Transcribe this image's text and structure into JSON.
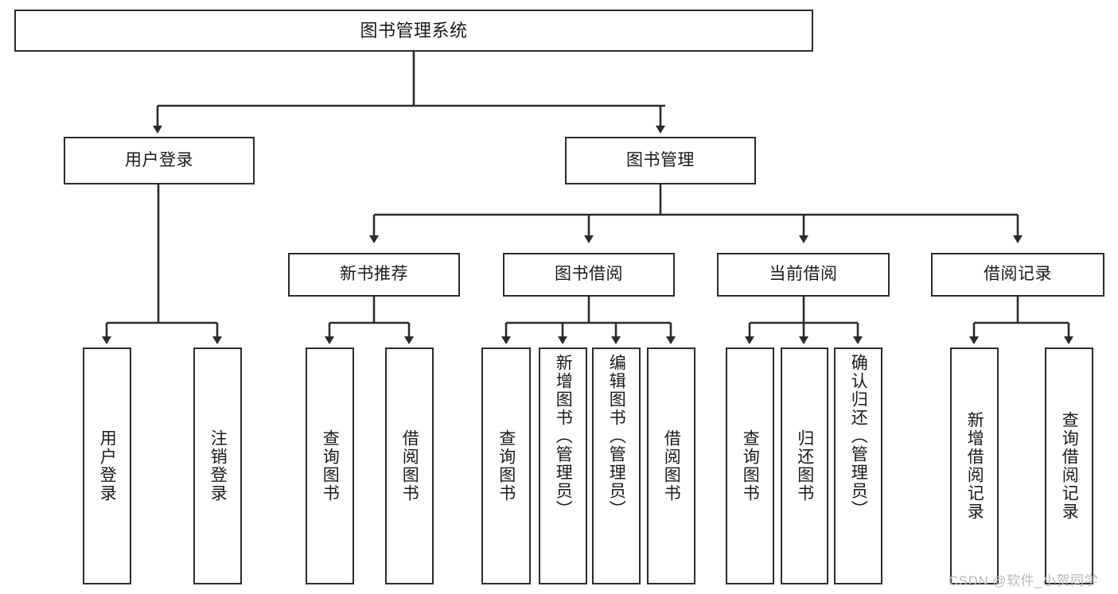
{
  "diagram": {
    "type": "tree",
    "title": "图书管理系统",
    "root": {
      "id": "root",
      "label": "图书管理系统"
    },
    "level2": [
      {
        "id": "user-login",
        "label": "用户登录"
      },
      {
        "id": "book-manage",
        "label": "图书管理"
      }
    ],
    "level3": [
      {
        "id": "new-book-recommend",
        "label": "新书推荐",
        "parent": "book-manage"
      },
      {
        "id": "book-borrow",
        "label": "图书借阅",
        "parent": "book-manage"
      },
      {
        "id": "current-borrow",
        "label": "当前借阅",
        "parent": "book-manage"
      },
      {
        "id": "borrow-record",
        "label": "借阅记录",
        "parent": "book-manage"
      }
    ],
    "leaves": [
      {
        "id": "leaf-user-login",
        "label": "用户登录",
        "parent": "user-login"
      },
      {
        "id": "leaf-user-logout",
        "label": "注销登录",
        "parent": "user-login"
      },
      {
        "id": "leaf-query-book-1",
        "label": "查询图书",
        "parent": "new-book-recommend"
      },
      {
        "id": "leaf-borrow-book-1",
        "label": "借阅图书",
        "parent": "new-book-recommend"
      },
      {
        "id": "leaf-query-book-2",
        "label": "查询图书",
        "parent": "book-borrow"
      },
      {
        "id": "leaf-add-book",
        "label": "新增图书（管理员）",
        "parent": "book-borrow"
      },
      {
        "id": "leaf-edit-book",
        "label": "编辑图书（管理员）",
        "parent": "book-borrow"
      },
      {
        "id": "leaf-borrow-book-2",
        "label": "借阅图书",
        "parent": "book-borrow"
      },
      {
        "id": "leaf-query-book-3",
        "label": "查询图书",
        "parent": "current-borrow"
      },
      {
        "id": "leaf-return-book",
        "label": "归还图书",
        "parent": "current-borrow"
      },
      {
        "id": "leaf-confirm-return",
        "label": "确认归还（管理员）",
        "parent": "current-borrow"
      },
      {
        "id": "leaf-add-record",
        "label": "新增借阅记录",
        "parent": "borrow-record"
      },
      {
        "id": "leaf-query-record",
        "label": "查询借阅记录",
        "parent": "borrow-record"
      }
    ]
  },
  "watermark": {
    "text": "CSDN @软件_小贺同学"
  },
  "colors": {
    "stroke": "#2b2b2b",
    "background": "#ffffff",
    "text": "#1a1a1a",
    "watermark": "#b9b9b9"
  }
}
